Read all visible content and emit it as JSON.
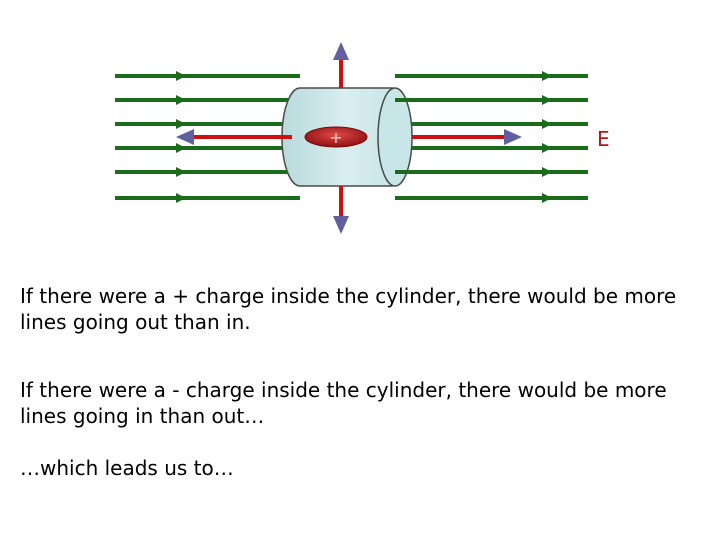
{
  "diagram": {
    "field_label": "E",
    "charge_symbol": "+",
    "colors": {
      "field_line": "#1a6b1a",
      "flux_arrow": "#d01010",
      "arrow_head": "#6060a0",
      "cylinder_fill": "#c8e6e8",
      "cylinder_edge": "#4a4a4a",
      "charge": "#b01818"
    }
  },
  "text": {
    "paragraph_1": "If there were a + charge inside the cylinder, there would be more lines going out than in.",
    "paragraph_2": "If there were a - charge inside the cylinder, there would be more lines going in than out…",
    "paragraph_3": "…which leads us to…"
  }
}
